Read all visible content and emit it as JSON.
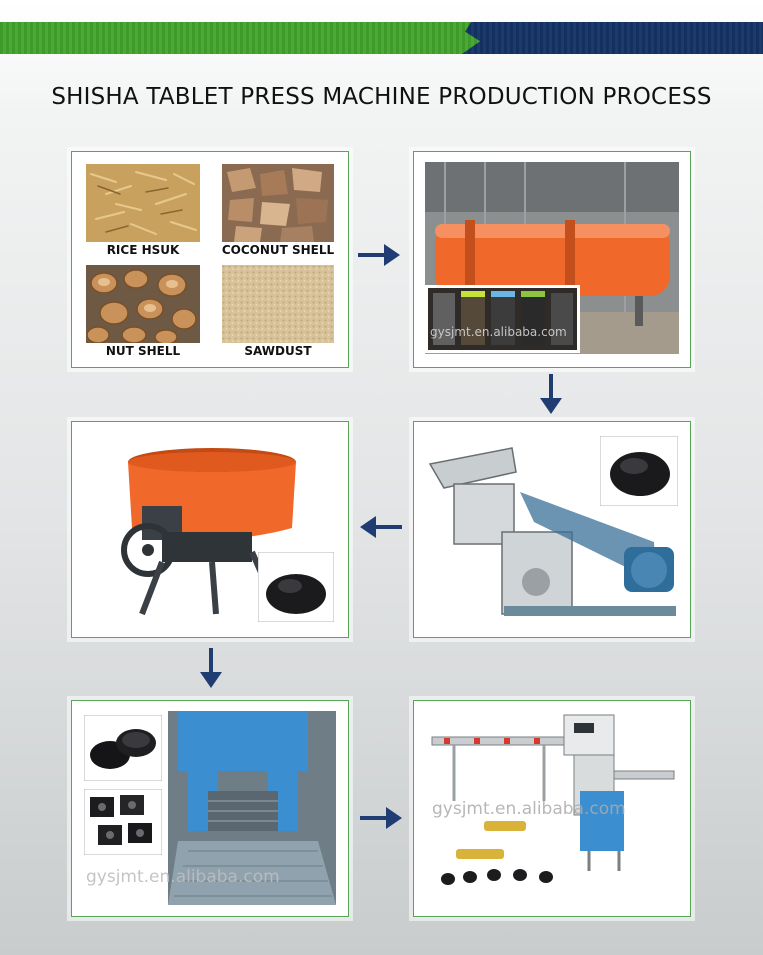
{
  "title": "SHISHA TABLET PRESS MACHINE PRODUCTION PROCESS",
  "materials": {
    "rice": "RICE HSUK",
    "coconut": "COCONUT SHELL",
    "nut": "NUT SHELL",
    "sawdust": "SAWDUST"
  },
  "watermarks": {
    "dryer": "gysjmt.en.alibaba.com",
    "press": "gysjmt.en.alibaba.com",
    "pack": "gysjmt.en.alibaba.com"
  },
  "colors": {
    "banner_green": "#45a231",
    "banner_blue": "#1b3a6e",
    "panel_border": "#58a55a",
    "arrow": "#1f3d73",
    "machine_orange": "#f0682a",
    "machine_blue": "#3b8fd0"
  },
  "icons": [
    "arrow-right-icon",
    "arrow-down-icon",
    "arrow-left-icon",
    "arrow-down-icon",
    "arrow-right-icon"
  ]
}
